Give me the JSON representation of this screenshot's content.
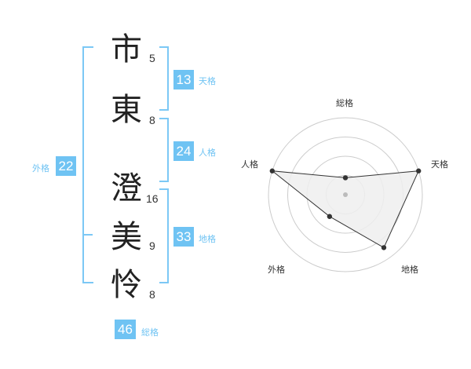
{
  "name": {
    "characters": [
      {
        "char": "市",
        "strokes": "5"
      },
      {
        "char": "東",
        "strokes": "8"
      },
      {
        "char": "澄",
        "strokes": "16"
      },
      {
        "char": "美",
        "strokes": "9"
      },
      {
        "char": "怜",
        "strokes": "8"
      }
    ]
  },
  "fortunes": {
    "tenkaku": {
      "value": "13",
      "label": "天格"
    },
    "jinkaku": {
      "value": "24",
      "label": "人格"
    },
    "chikaku": {
      "value": "33",
      "label": "地格"
    },
    "gaikaku": {
      "value": "22",
      "label": "外格"
    },
    "soukaku": {
      "value": "46",
      "label": "総格"
    }
  },
  "radar": {
    "axes": [
      "総格",
      "天格",
      "地格",
      "外格",
      "人格"
    ],
    "values": [
      0.22,
      1.0,
      0.85,
      0.35,
      1.0
    ],
    "rings": 4,
    "colors": {
      "fill": "#efefef",
      "line": "#333333",
      "grid": "#cccccc",
      "point": "#333333",
      "center": "#bbbbbb"
    }
  },
  "colors": {
    "accent": "#6fc3f3"
  }
}
